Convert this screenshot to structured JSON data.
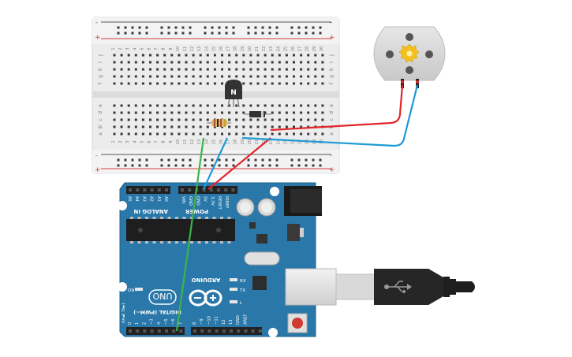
{
  "breadboard": {
    "rail_minus": "-",
    "rail_plus": "+",
    "row_letters_top": [
      "j",
      "i",
      "h",
      "g",
      "f"
    ],
    "row_letters_bottom": [
      "e",
      "d",
      "c",
      "b",
      "a"
    ],
    "column_numbers": [
      "1",
      "2",
      "3",
      "4",
      "5",
      "6",
      "7",
      "8",
      "9",
      "10",
      "11",
      "12",
      "13",
      "14",
      "15",
      "16",
      "17",
      "18",
      "19",
      "20",
      "21",
      "22",
      "23",
      "24",
      "25",
      "26",
      "27",
      "28",
      "29",
      "30"
    ]
  },
  "transistor": {
    "label": "N"
  },
  "arduino": {
    "brand": "ARDUINO",
    "model": "UNO",
    "header_analog": "ANALOG IN",
    "header_power": "POWER",
    "header_digital": "DIGITAL (PWM~)",
    "analog_pins": [
      "A5",
      "A4",
      "A3",
      "A2",
      "A1",
      "A0"
    ],
    "power_pins": [
      "VIN",
      "GND",
      "GND",
      "5V",
      "3.3V",
      "RESET",
      "IOREF"
    ],
    "digital_pins": [
      "0",
      "1",
      "2",
      "~3",
      "4",
      "~5",
      "~6",
      "7",
      "8",
      "~9",
      "~10",
      "~11",
      "12",
      "13",
      "GND",
      "AREF"
    ],
    "serial_labels": [
      "RX◄0",
      "TX►1"
    ],
    "led_labels": {
      "rx": "RX",
      "tx": "TX",
      "l": "L",
      "on": "ON"
    }
  },
  "colors": {
    "wire_red": "#e3262b",
    "wire_blue": "#1e9ad6",
    "wire_green": "#3db34a",
    "board_blue": "#2a78a9",
    "breadboard": "#e9e9e9"
  }
}
